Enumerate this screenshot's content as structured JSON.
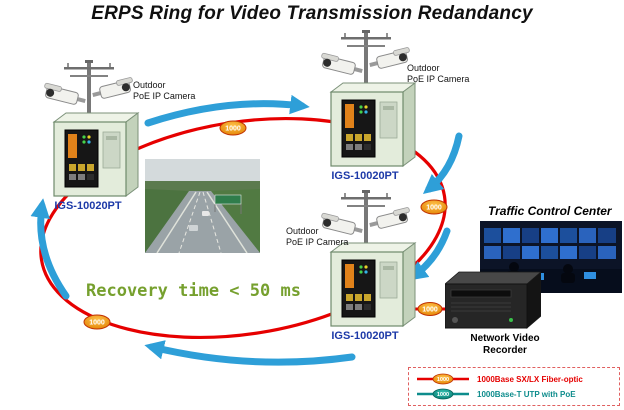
{
  "title": "ERPS Ring for Video Transmission Redandancy",
  "recovery_text": "Recovery time < 50 ms",
  "nodes": {
    "top_left": {
      "camera_line1": "Outdoor",
      "camera_line2": "PoE IP Camera",
      "switch_label": "IGS-10020PT"
    },
    "top_right": {
      "camera_line1": "Outdoor",
      "camera_line2": "PoE IP Camera",
      "switch_label": "IGS-10020PT"
    },
    "bottom": {
      "camera_line1": "Outdoor",
      "camera_line2": "PoE IP Camera",
      "switch_label": "IGS-10020PT"
    }
  },
  "ring": {
    "badge_label": "1000",
    "fiber_color": "#e60000",
    "arrow_color": "#2e9fd8",
    "badge_fill": "#f09c1e"
  },
  "traffic_control_center": {
    "label": "Traffic Control Center"
  },
  "nvr": {
    "line1": "Network Video",
    "line2": "Recorder"
  },
  "legend": {
    "fiber_label": "1000Base SX/LX Fiber-optic",
    "fiber_color": "#e60000",
    "utp_label": "1000Base-T UTP with PoE",
    "utp_color": "#0d8c8c",
    "badge_label": "1000"
  }
}
